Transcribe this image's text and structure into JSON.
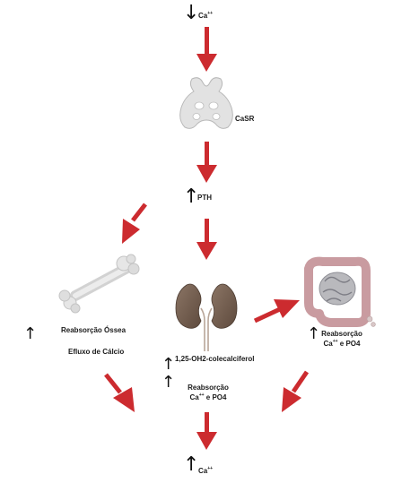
{
  "top": {
    "label": "Ca",
    "sup": "++",
    "direction": "down"
  },
  "gland": {
    "label": "CaSR"
  },
  "pth": {
    "label": "PTH",
    "direction": "up"
  },
  "bone": {
    "label1": "Reabsorção Óssea",
    "label2": "Efluxo de Cálcio",
    "direction": "up"
  },
  "kidney": {
    "label": "1,25-OH2-colecalciferol",
    "reabs_title": "Reabsorção",
    "reabs_ca": "Ca",
    "reabs_sup": "++",
    "reabs_rest": " e PO4",
    "direction": "up"
  },
  "intestine": {
    "reabs_title": "Reabsorção",
    "reabs_ca": "Ca",
    "reabs_sup": "++",
    "reabs_rest": " e PO4",
    "direction": "up"
  },
  "bottom": {
    "label": "Ca",
    "sup": "++",
    "direction": "up"
  },
  "colors": {
    "arrow": "#cc2b2f",
    "bone": "#d9d9d9",
    "kidney": "#7a6656",
    "intestine": "#c9a3a6"
  }
}
